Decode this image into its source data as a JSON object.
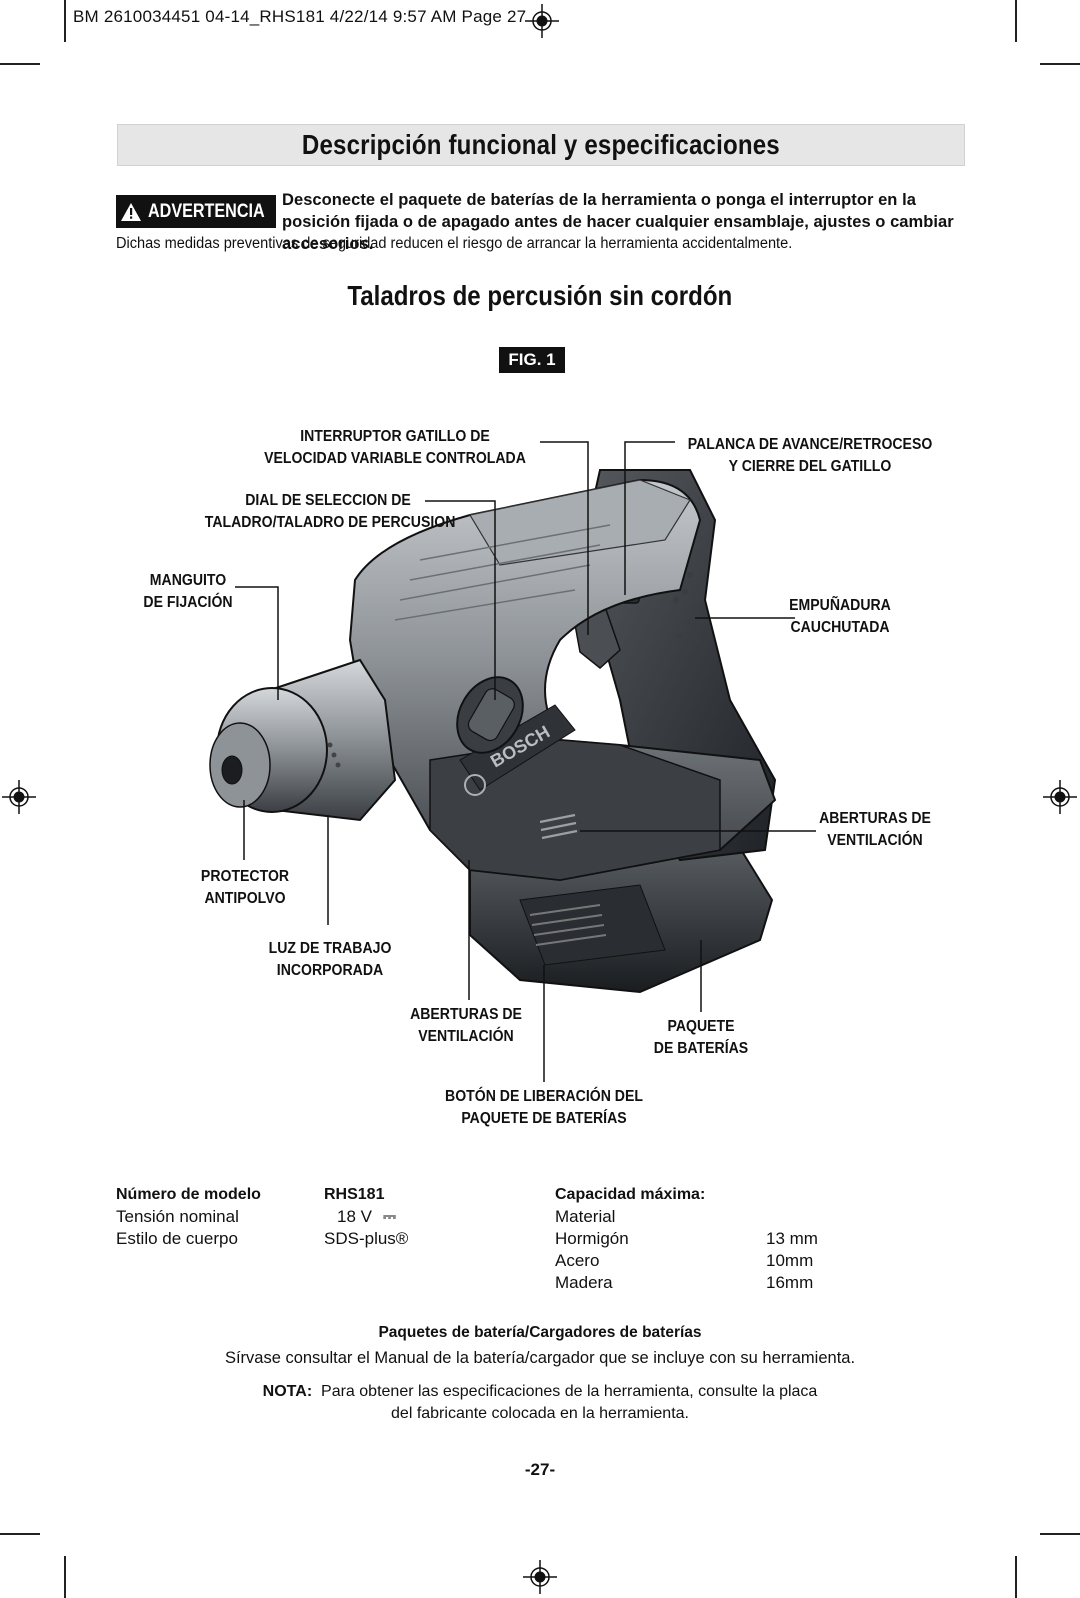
{
  "header_slug": "BM 2610034451 04-14_RHS181  4/22/14  9:57 AM  Page 27",
  "section_title": "Descripción funcional y especificaciones",
  "warning": {
    "badge": "ADVERTENCIA",
    "text": "Desconecte el paquete de baterías de la herramienta o ponga el interruptor en la posición fijada o de apagado antes de hacer cualquier ensamblaje, ajustes o cambiar accesorios.",
    "follow": "Dichas medidas preventivas de seguridad reducen el riesgo de arrancar la herramienta accidentalmente."
  },
  "subtitle": "Taladros de percusión sin cordón",
  "figure_label": "FIG. 1",
  "brand_mark": "BOSCH",
  "callouts": {
    "trigger": [
      "INTERRUPTOR GATILLO DE",
      "VELOCIDAD VARIABLE CONTROLADA"
    ],
    "mode_dial": [
      "DIAL DE SELECCION DE",
      "TALADRO/TALADRO DE PERCUSION"
    ],
    "chuck": [
      "MANGUITO",
      "DE FIJACIÓN"
    ],
    "forward_reverse": [
      "PALANCA DE AVANCE/RETROCESO",
      "Y CIERRE DEL GATILLO"
    ],
    "grip": [
      "EMPUÑADURA",
      "CAUCHUTADA"
    ],
    "vents_right": [
      "ABERTURAS DE",
      "VENTILACIÓN"
    ],
    "dust_protector": [
      "PROTECTOR",
      "ANTIPOLVO"
    ],
    "work_light": [
      "LUZ DE TRABAJO",
      "INCORPORADA"
    ],
    "vents_bottom": [
      "ABERTURAS DE",
      "VENTILACIÓN"
    ],
    "battery_pack": [
      "PAQUETE",
      "DE BATERÍAS"
    ],
    "battery_release": [
      "BOTÓN DE LIBERACIÓN DEL",
      "PAQUETE DE BATERÍAS"
    ]
  },
  "specs": {
    "model_label": "Número de modelo",
    "model_value": "RHS181",
    "voltage_label": "Tensión nominal",
    "voltage_value": "18 V",
    "voltage_symbol": "⎓",
    "body_label": "Estilo de cuerpo",
    "body_value": "SDS-plus®",
    "capacity_title": "Capacidad máxima:",
    "material_header": "Material",
    "materials": [
      {
        "name": "Hormigón",
        "value": "13 mm"
      },
      {
        "name": "Acero",
        "value": "10mm"
      },
      {
        "name": "Madera",
        "value": "16mm"
      }
    ]
  },
  "battery_section": {
    "title": "Paquetes de batería/Cargadores de baterías",
    "body": "Sírvase consultar el Manual de la batería/cargador que se incluye con su herramienta."
  },
  "note": {
    "label": "NOTA:",
    "line1": "Para obtener las especificaciones de la herramienta, consulte la placa",
    "line2": "del fabricante colocada en la herramienta."
  },
  "page_number": "-27-",
  "colors": {
    "ink": "#111111",
    "header_band": "#e6e6e6",
    "tool_dark": "#2c3034",
    "tool_mid": "#6f757a",
    "tool_light": "#b9bec2"
  }
}
